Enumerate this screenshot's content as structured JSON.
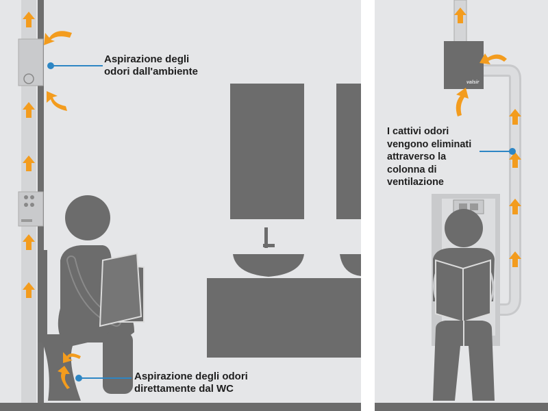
{
  "brand": "valsir",
  "colors": {
    "background": "#e5e6e8",
    "figure": "#767676",
    "arrow": "#f39c1e",
    "leader": "#2d86c4",
    "pipe": "#d6d6d6",
    "floor": "#6b6b6b"
  },
  "left_panel": {
    "label_top": [
      "Aspirazione degli",
      "odori dall'ambiente"
    ],
    "label_bottom": [
      "Aspirazione degli odori",
      "direttamente dal WC"
    ]
  },
  "right_panel": {
    "label": [
      "I cattivi odori",
      "vengono eliminati",
      "attraverso la",
      "colonna di",
      "ventilazione"
    ]
  }
}
